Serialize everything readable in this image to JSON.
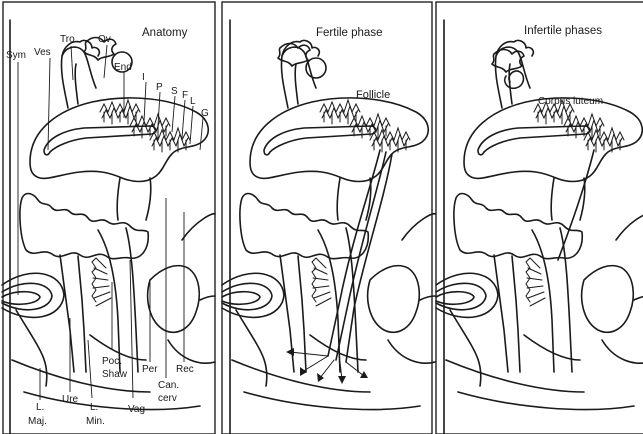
{
  "panels": [
    {
      "title": "Anatomy",
      "labels": {
        "tro": "Tro",
        "ov": "Ov",
        "ves": "Ves",
        "end": "End",
        "sym": "Sym",
        "i": "I",
        "p": "P",
        "s": "S",
        "f": "F",
        "l": "L",
        "g": "G",
        "l_maj": "L.\nMaj.",
        "ure": "Ure",
        "l_min": "L.\nMin.",
        "poc_shaw": "Poc.\nShaw",
        "vag": "Vag",
        "per": "Per",
        "can_cerv": "Can.\ncerv",
        "rec": "Rec"
      }
    },
    {
      "title": "Fertile phase",
      "labels": {
        "follicle": "Follicle"
      }
    },
    {
      "title": "Infertile phases",
      "labels": {
        "corpus_luteum": "Corpus luteum"
      }
    }
  ]
}
